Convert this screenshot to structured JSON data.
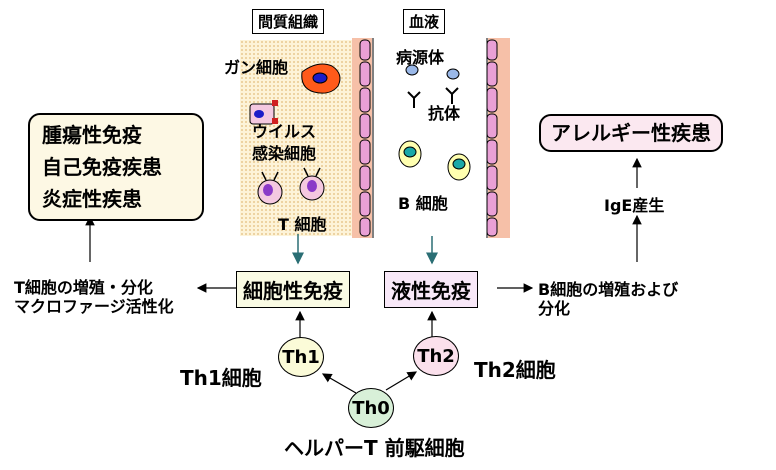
{
  "headers": {
    "interstitial": "間質組織",
    "blood": "血液"
  },
  "tissue_labels": {
    "cancer_cell": "ガン細胞",
    "virus_infected": "ウイルス\n感染細胞",
    "t_cell": "T 細胞"
  },
  "blood_labels": {
    "pathogen": "病源体",
    "antibody": "抗体",
    "b_cell": "B 細胞"
  },
  "boxes": {
    "diseases": [
      "腫瘍性免疫",
      "自己免疫疾患",
      "炎症性疾患"
    ],
    "allergy": "アレルギー性疾患",
    "cellular_immunity": "細胞性免疫",
    "humoral_immunity": "液性免疫"
  },
  "texts": {
    "t_prolif_line1": "T細胞の増殖・分化",
    "t_prolif_line2": "マクロファージ活性化",
    "b_prolif_line1": "B細胞の増殖および",
    "b_prolif_line2": "分化",
    "ige": "IgE産生",
    "th1_label": "Th1細胞",
    "th2_label": "Th2細胞",
    "helper": "ヘルパーT 前駆細胞"
  },
  "cells": {
    "th1": "Th1",
    "th2": "Th2",
    "th0": "Th0"
  },
  "colors": {
    "tissue_bg": "#fdf3d8",
    "vessel_wall": "#f6c0a8",
    "endothelial": "#e9a0d6",
    "cancer_cell": "#ff5a1a",
    "infected_cell": "#f4c8e0",
    "b_cell": "#ffffb0",
    "b_nucleus": "#1aa8a8",
    "pathogen": "#9ab8e8",
    "th1_fill": "#fbfbd8",
    "th2_fill": "#fbe0ec",
    "th0_fill": "#d8f0d8",
    "allergy_fill": "#fbe8f0",
    "disease_fill": "#fdf8e4",
    "cellular_fill": "#fafbe4",
    "humoral_fill": "#f8e8f8",
    "teal_arrow": "#2a6e74"
  }
}
